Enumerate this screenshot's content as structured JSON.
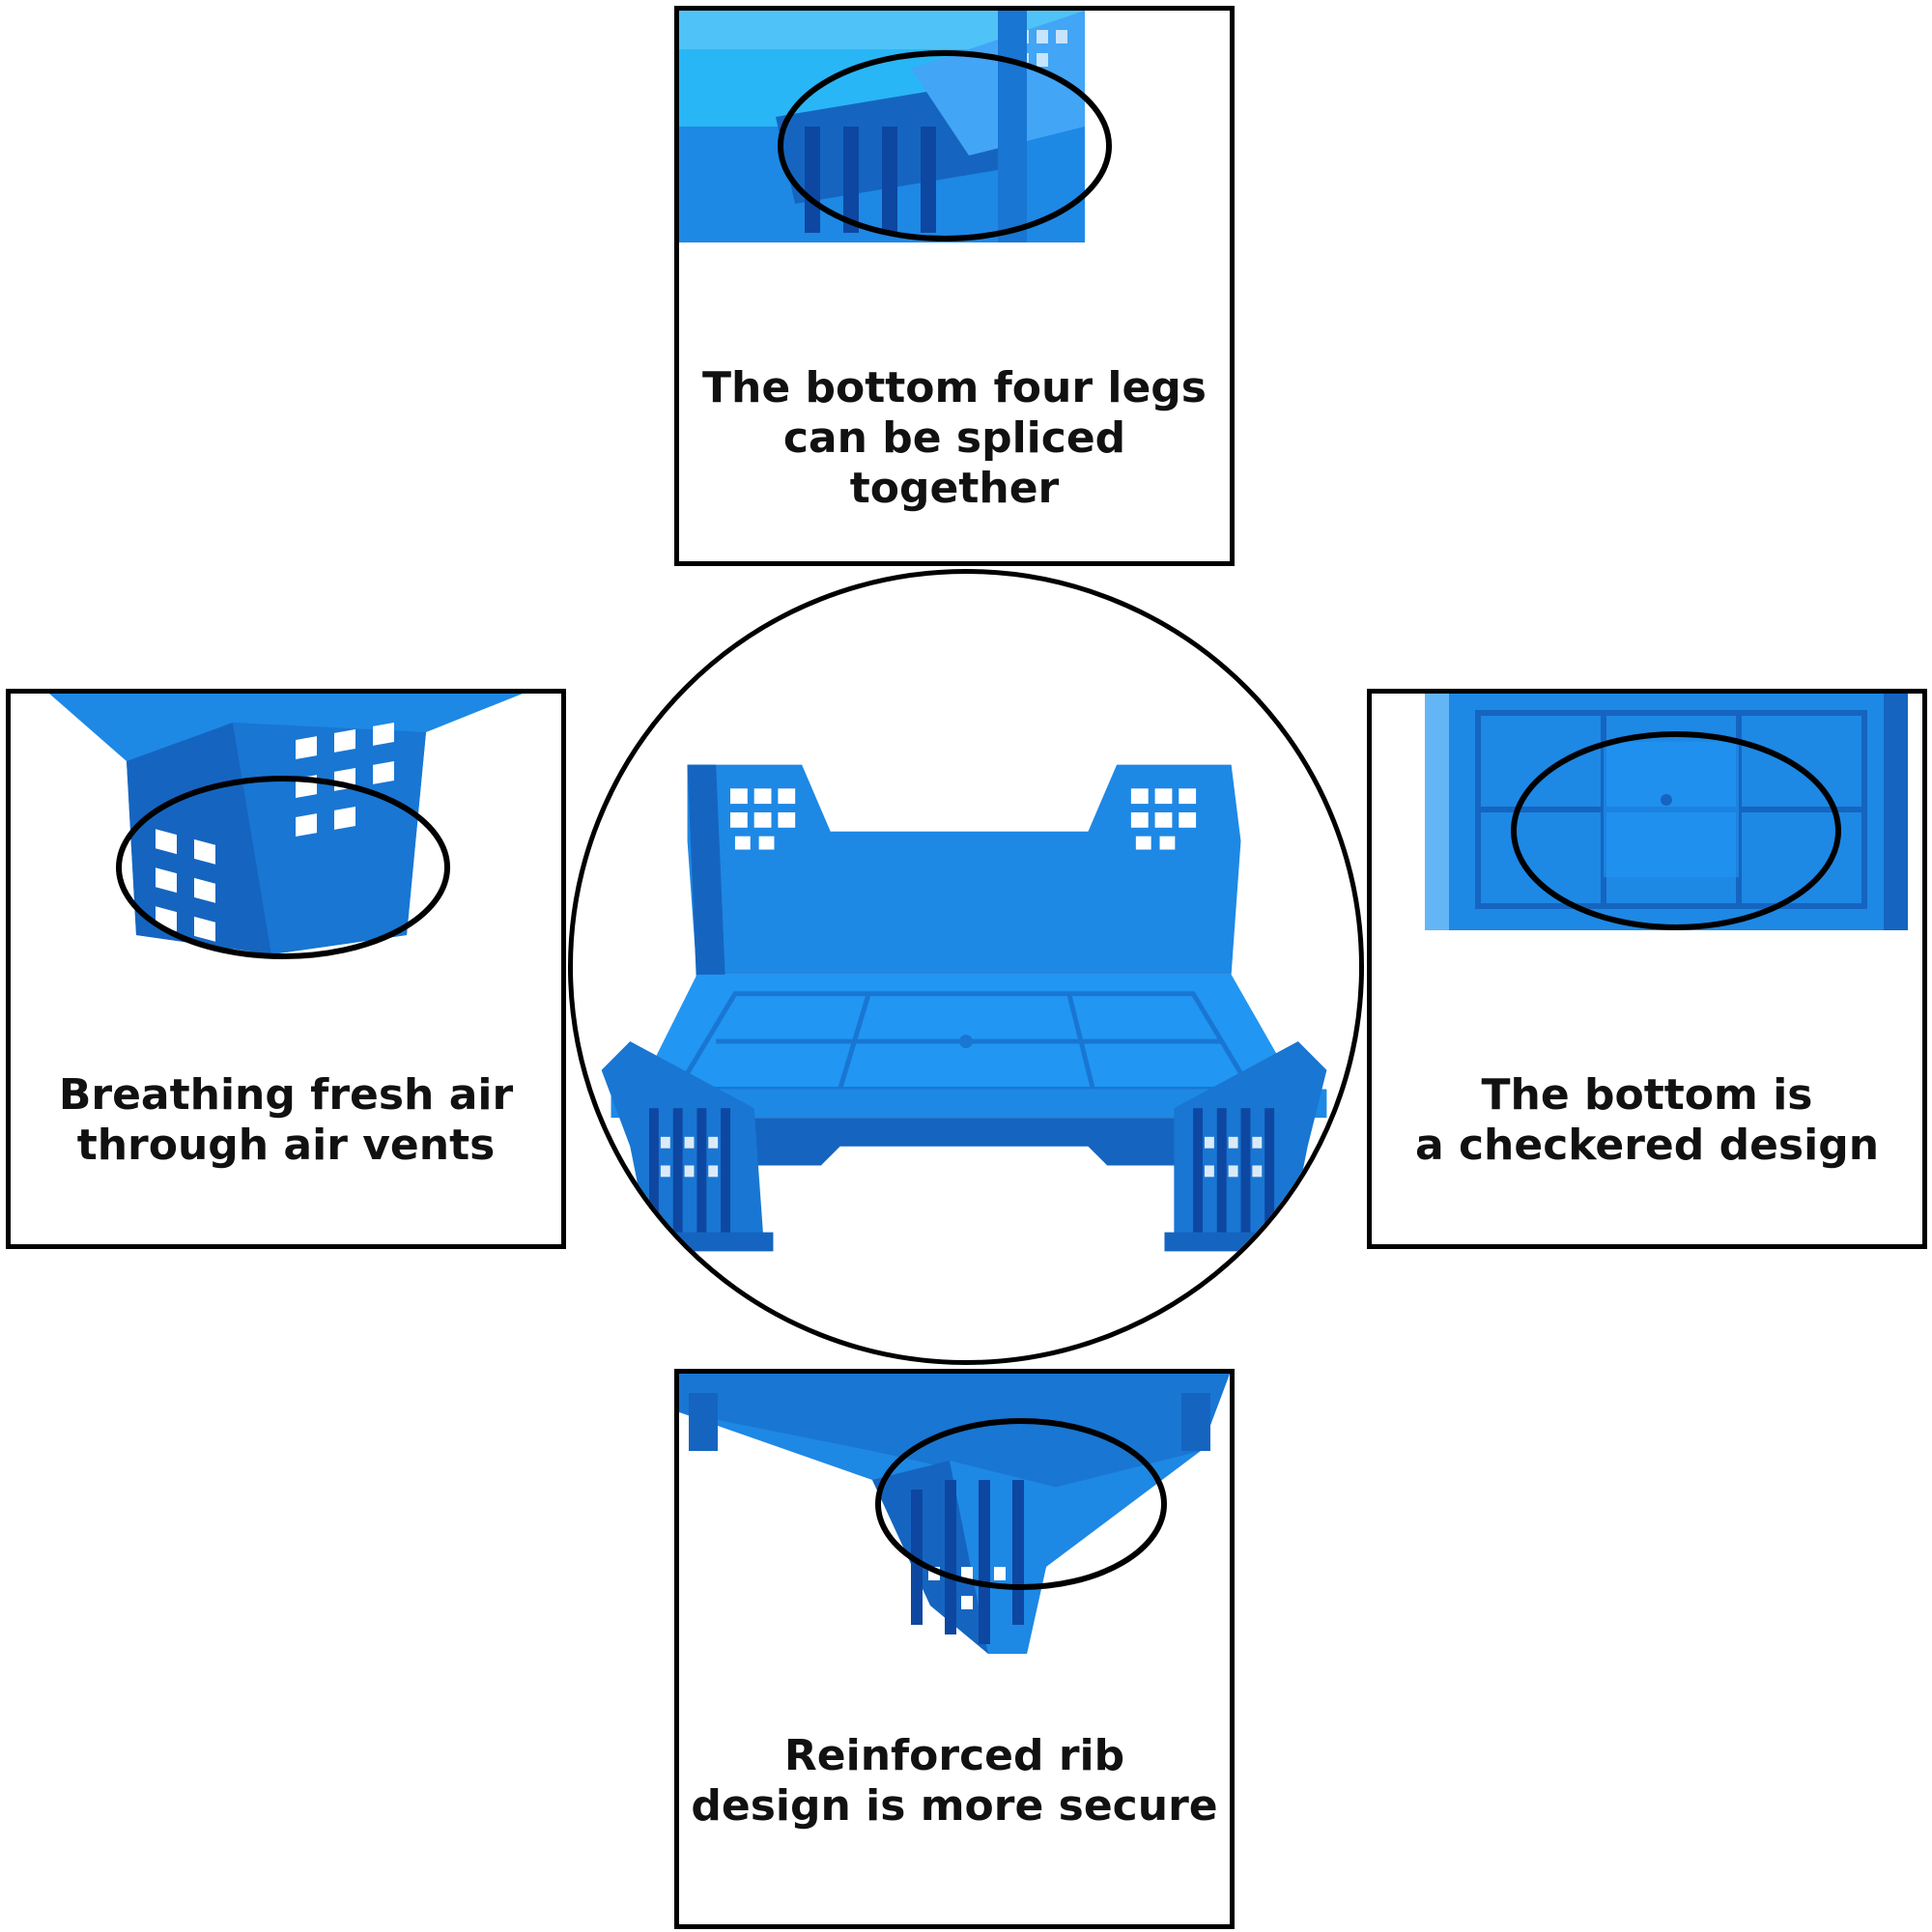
{
  "features": {
    "top": {
      "line1": "The bottom four legs",
      "line2": "can be spliced together"
    },
    "left": {
      "line1": "Breathing fresh air",
      "line2": "through air vents"
    },
    "right": {
      "line1": "The bottom is",
      "line2": "a checkered design"
    },
    "bottom": {
      "line1": "Reinforced rib",
      "line2": "design is more secure"
    }
  },
  "colors": {
    "crate_blue": "#1e88e5",
    "crate_dark": "#1565c0",
    "crate_light": "#42a5f5",
    "outline": "#000000"
  }
}
